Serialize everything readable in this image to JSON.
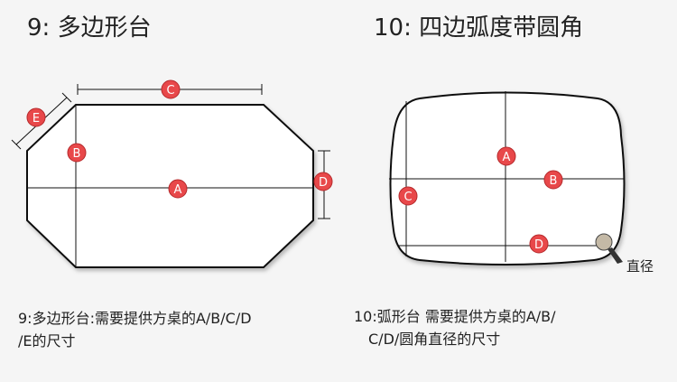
{
  "left": {
    "title": "9: 多边形台",
    "desc_line1": "9:多边形台:需要提供方桌的A/B/C/D",
    "desc_line2": "/E的尺寸",
    "markers": [
      "A",
      "B",
      "C",
      "D",
      "E"
    ]
  },
  "right": {
    "title": "10: 四边弧度带圆角",
    "desc_line1": "10:弧形台 需要提供方桌的A/B/",
    "desc_line2": "C/D/圆角直径的尺寸",
    "markers": [
      "A",
      "B",
      "C",
      "D"
    ],
    "diameter_label": "直径"
  },
  "colors": {
    "marker": "#e8484a",
    "marker_stroke": "#b52a2c",
    "outline": "#111111",
    "handle": "#c4b9a6"
  }
}
